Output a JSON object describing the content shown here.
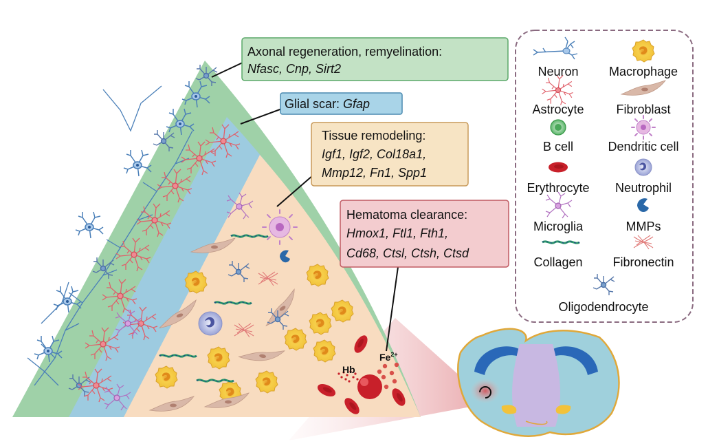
{
  "callouts": {
    "axonal": {
      "title": "Axonal regeneration, remyelination:",
      "genes": "Nfasc, Cnp, Sirt2"
    },
    "glial": {
      "title": "Glial scar: ",
      "genes": "Gfap"
    },
    "remodeling": {
      "title": "Tissue remodeling:",
      "genes_line1": "Igf1, Igf2, Col18a1,",
      "genes_line2": "Mmp12, Fn1, Spp1"
    },
    "hematoma": {
      "title": "Hematoma clearance:",
      "genes_line1": "Hmox1, Ftl1, Fth1,",
      "genes_line2": "Cd68, Ctsl, Ctsh, Ctsd"
    }
  },
  "markers": {
    "hb": "Hb",
    "fe": "Fe",
    "fe_sup": "2+"
  },
  "legend": {
    "items": [
      {
        "label": "Neuron",
        "icon": "neuron-icon"
      },
      {
        "label": "Macrophage",
        "icon": "macrophage-icon"
      },
      {
        "label": "Astrocyte",
        "icon": "astrocyte-icon"
      },
      {
        "label": "Fibroblast",
        "icon": "fibroblast-icon"
      },
      {
        "label": "B cell",
        "icon": "b-cell-icon"
      },
      {
        "label": "Dendritic cell",
        "icon": "dendritic-cell-icon"
      },
      {
        "label": "Erythrocyte",
        "icon": "erythrocyte-icon"
      },
      {
        "label": "Neutrophil",
        "icon": "neutrophil-icon"
      },
      {
        "label": "Microglia",
        "icon": "microglia-icon"
      },
      {
        "label": "MMPs",
        "icon": "mmp-icon"
      },
      {
        "label": "Collagen",
        "icon": "collagen-icon"
      },
      {
        "label": "Fibronectin",
        "icon": "fibronectin-icon"
      },
      {
        "label": "Oligodendrocyte",
        "icon": "oligodendrocyte-icon"
      }
    ]
  },
  "colors": {
    "outer_band": "#9fd1a8",
    "glial_band": "#9dcbe0",
    "lesion": "#f8dcc0",
    "green_box": "#c3e2c5",
    "blue_box": "#a9d4e8",
    "tan_box": "#f7e4c4",
    "pink_box": "#f3cccf",
    "neuron": "#4a7fb8",
    "astrocyte": "#e0606a",
    "macrophage": "#f2c23a",
    "erythrocyte": "#c8202a",
    "collagen": "#2e9a6a"
  }
}
